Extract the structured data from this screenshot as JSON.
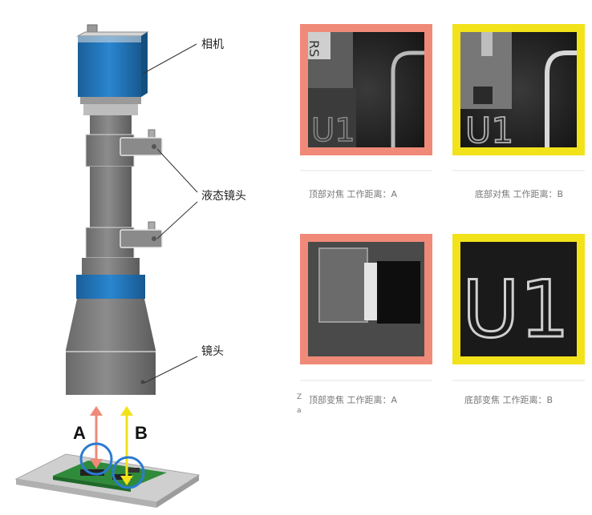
{
  "labels": {
    "camera": "相机",
    "liquid_lens": "液态镜头",
    "lens": "镜头",
    "point_a": "A",
    "point_b": "B"
  },
  "captions": {
    "top_focus": "顶部对焦 工作距离：A",
    "bottom_focus": "底部对焦 工作距离：B",
    "top_zoom": "顶部变焦 工作距离：A",
    "bottom_zoom": "底部变焦 工作距离：B"
  },
  "fragments": {
    "f1": "Z",
    "f2": "a"
  },
  "samples": {
    "silkscreen_rs": "RS",
    "silkscreen_u1": "U1"
  },
  "colors": {
    "frame_a": "#f08a78",
    "frame_b": "#f2e21a",
    "camera_blue": "#1e6fb0",
    "lens_gray": "#7a7a7a",
    "lens_dark": "#5e5e5e",
    "pcb_green": "#2f8b3a",
    "circle_blue": "#2b7bd1"
  }
}
